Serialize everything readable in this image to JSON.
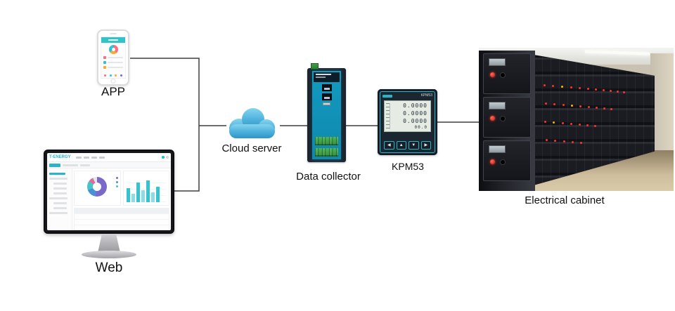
{
  "labels": {
    "app": "APP",
    "web": "Web",
    "cloud": "Cloud server",
    "collector": "Data collector",
    "meter": "KPM53",
    "cabinet": "Electrical cabinet"
  },
  "devices": {
    "monitor": {
      "brand": "T-ENERGY"
    },
    "meter": {
      "model": "KPM53",
      "lcd_rows": [
        "0.0000",
        "0.0000",
        "0.0000",
        "00.0"
      ],
      "buttons": [
        "◀",
        "▲",
        "▼",
        "▶"
      ]
    }
  },
  "colors": {
    "accent_teal": "#2bb3c8",
    "cloud_blue": "#3fa8d8",
    "connector_gray": "#3f3f3f",
    "indicator_red": "#ff3328",
    "terminal_green": "#2f8f38"
  }
}
